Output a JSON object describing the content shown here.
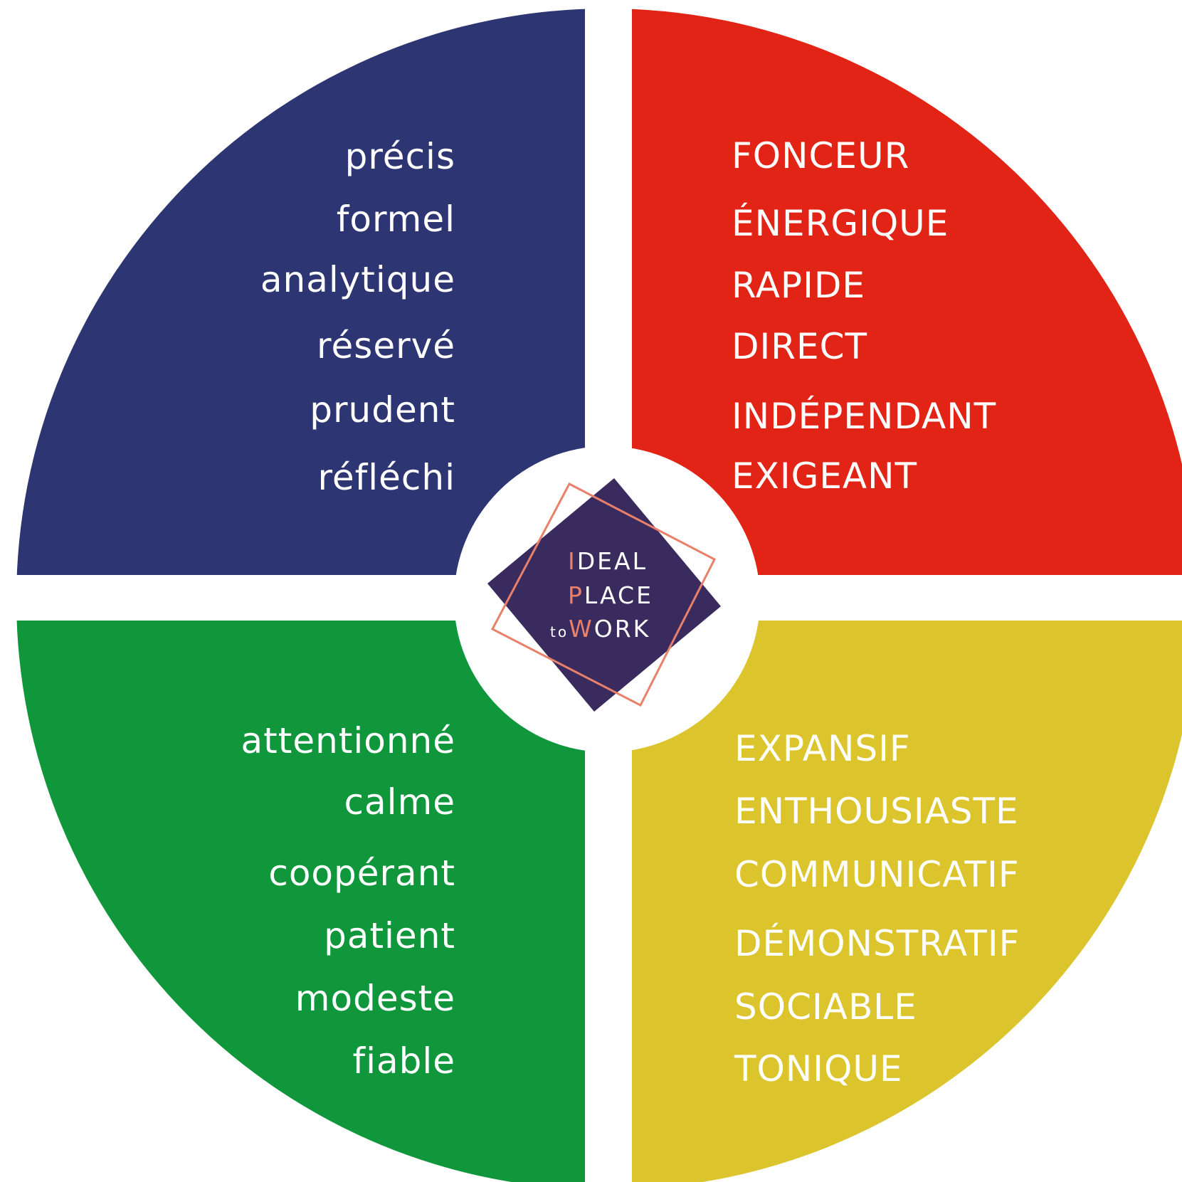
{
  "quadrants": {
    "top_left": {
      "color": "#2d3572",
      "words": [
        "précis",
        "formel",
        "analytique",
        "réservé",
        "prudent",
        "réfléchi"
      ]
    },
    "top_right": {
      "color": "#e12416",
      "words": [
        "FONCEUR",
        "ÉNERGIQUE",
        "RAPIDE",
        "DIRECT",
        "INDÉPENDANT",
        "EXIGEANT"
      ]
    },
    "bottom_left": {
      "color": "#10963b",
      "words": [
        "attentionné",
        "calme",
        "coopérant",
        "patient",
        "modeste",
        "fiable"
      ]
    },
    "bottom_right": {
      "color": "#dbc42c",
      "words": [
        "EXPANSIF",
        "ENTHOUSIASTE",
        "COMMUNICATIF",
        "DÉMONSTRATIF",
        "SOCIABLE",
        "TONIQUE"
      ]
    }
  },
  "logo": {
    "line1_initial": "I",
    "line1_rest": "DEAL",
    "line2_initial": "P",
    "line2_rest": "LACE",
    "line3_prefix": "to",
    "line3_initial": "W",
    "line3_rest": "ORK",
    "diamond_color": "#3a2b5e",
    "accent_color": "#e8806a"
  }
}
